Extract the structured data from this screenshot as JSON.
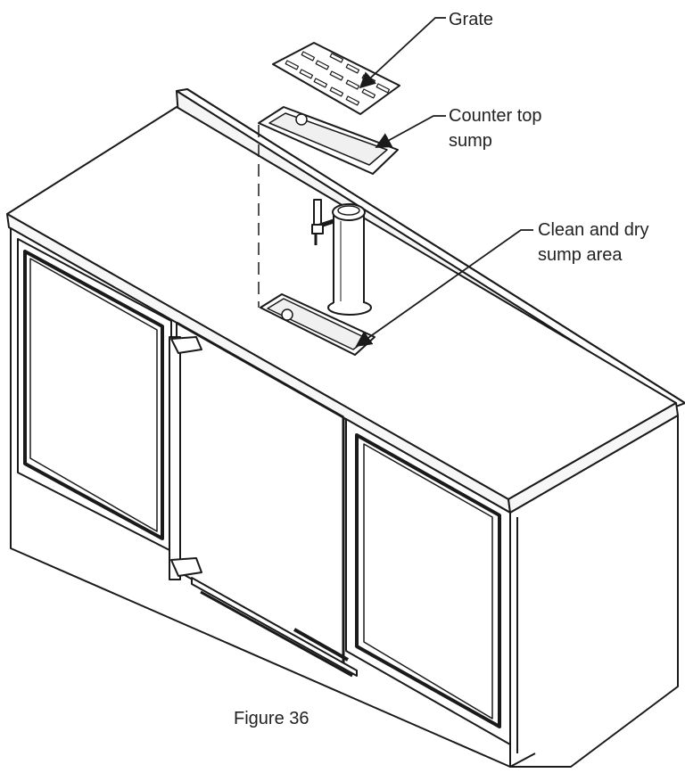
{
  "labels": {
    "grate": "Grate",
    "counter_top_sump_line1": "Counter top",
    "counter_top_sump_line2": "sump",
    "clean_dry_line1": "Clean and dry",
    "clean_dry_line2": "sump area"
  },
  "caption": "Figure 36",
  "colors": {
    "line": "#1a1a1a",
    "fill": "#ffffff",
    "shade": "#f2f2f2"
  }
}
